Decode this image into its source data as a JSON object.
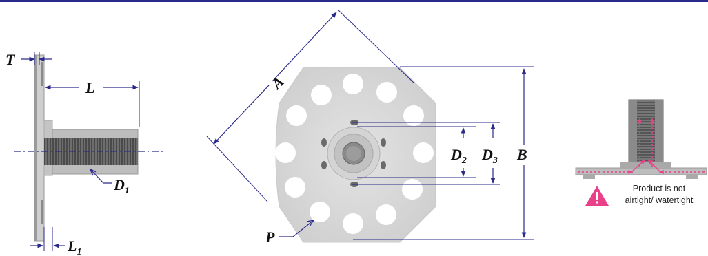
{
  "labels": {
    "T": "T",
    "L": "L",
    "L1_main": "L",
    "L1_sub": "1",
    "D1_main": "D",
    "D1_sub": "1",
    "A": "A",
    "P": "P",
    "D2_main": "D",
    "D2_sub": "2",
    "D3_main": "D",
    "D3_sub": "3",
    "B": "B"
  },
  "note": {
    "line1": "Product is not",
    "line2": "airtight/ watertight"
  },
  "colors": {
    "dimension_line": "#2a2a8a",
    "warning": "#e8418a",
    "plate": "#d9d9d9"
  },
  "icons": {
    "warning": "warning-triangle-icon"
  }
}
